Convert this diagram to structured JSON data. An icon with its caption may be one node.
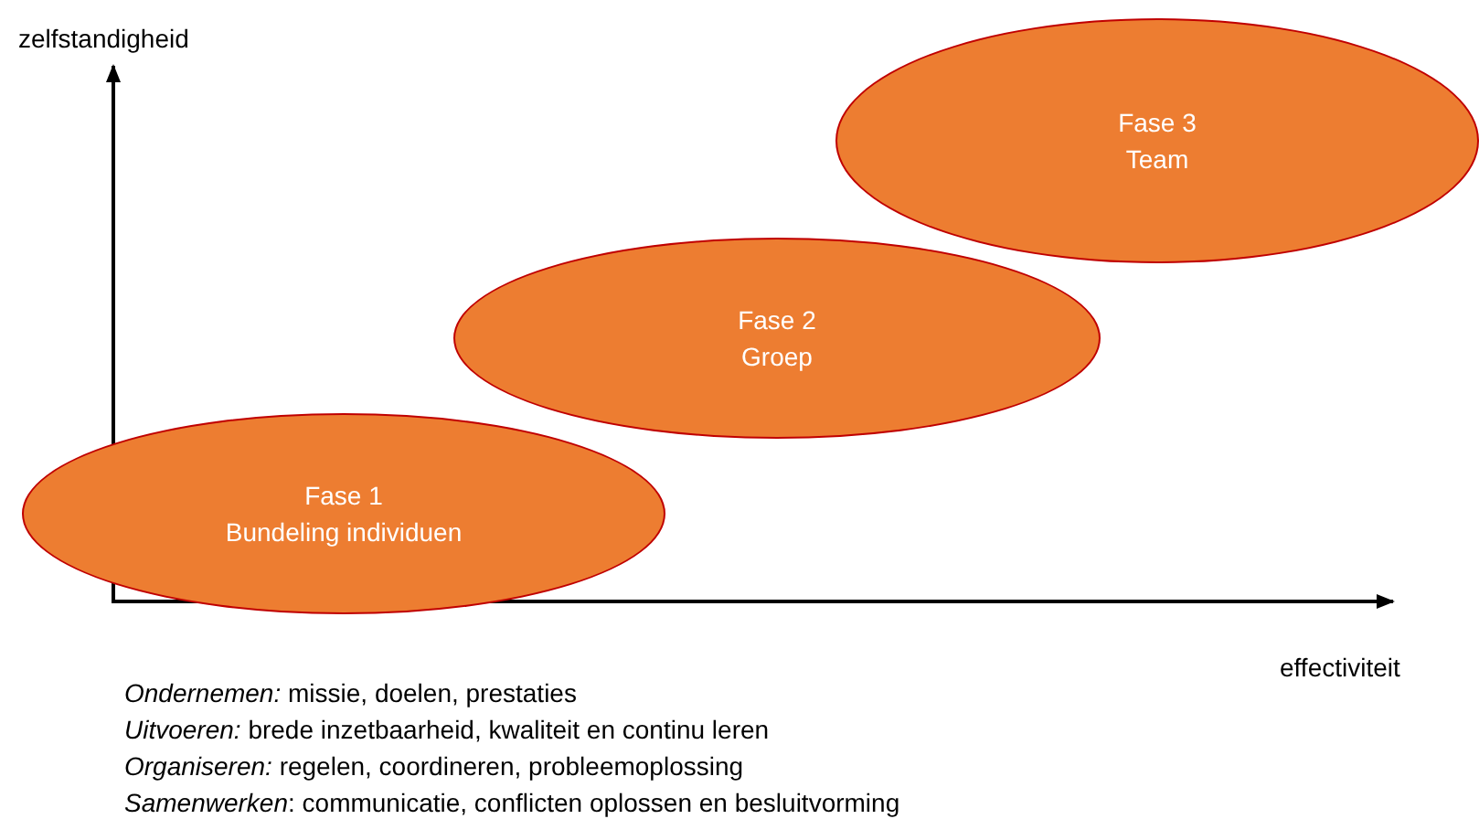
{
  "diagram": {
    "nodes": [
      {
        "text": [
          "Fase 1",
          "Bundeling individuen"
        ]
      },
      {
        "text": [
          "Fase 2",
          "Groep"
        ]
      },
      {
        "text": [
          "Fase 3",
          "Team"
        ]
      }
    ],
    "edges": [],
    "labels": [
      "zelfstandigheid",
      "effectiviteit",
      "*Ondernemen:* missie, doelen, prestaties",
      "*Uitvoeren:* brede inzetbaarheid, kwaliteit en continu leren",
      "*Organiseren:* regelen, coordineren, probleemoplossing",
      "*Samenwerken*: communicatie, conflicten oplossen en besluitvorming"
    ]
  }
}
